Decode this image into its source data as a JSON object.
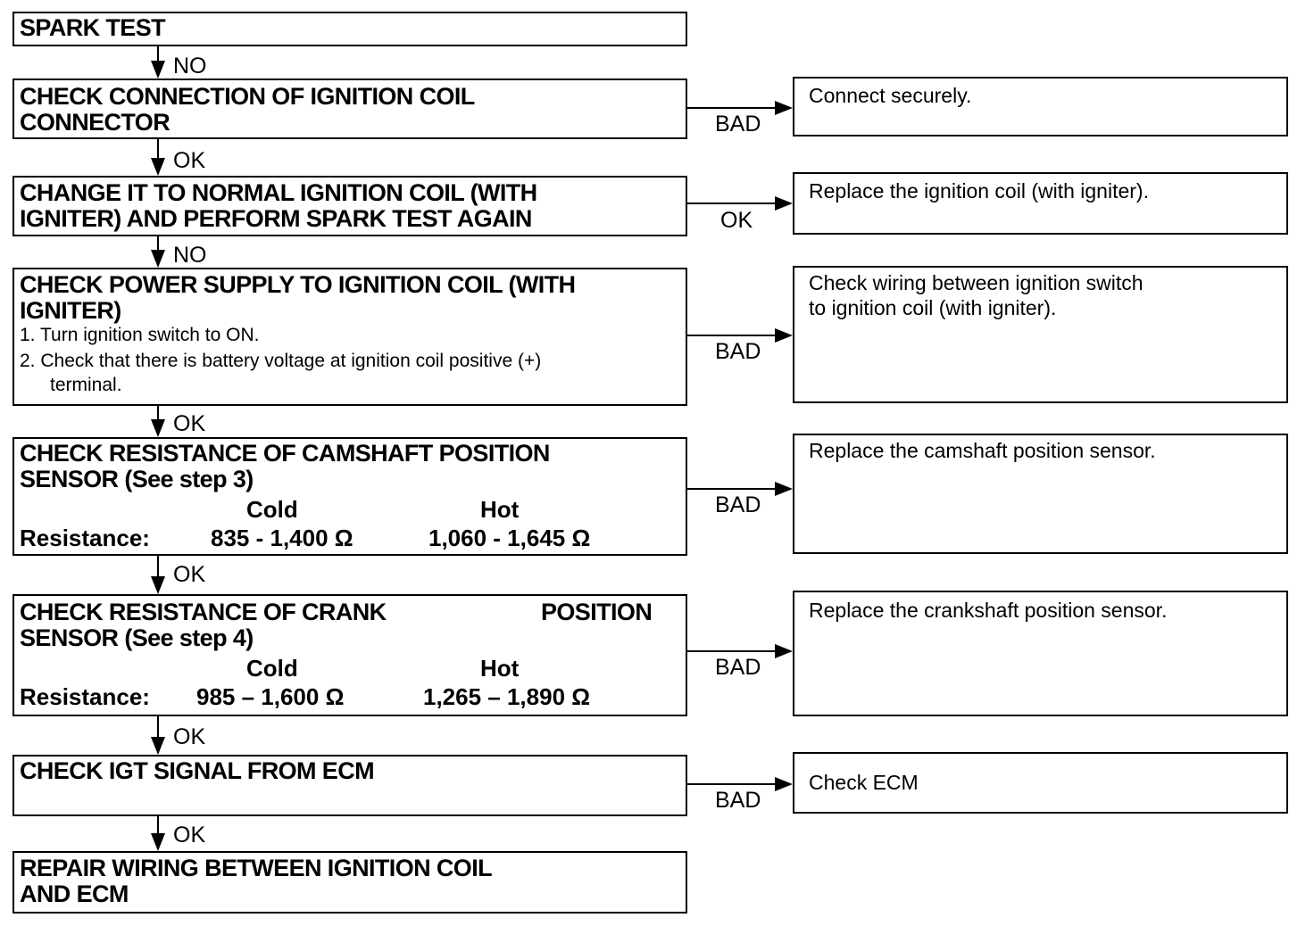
{
  "steps": {
    "spark_test": "SPARK TEST",
    "check_connection": "CHECK CONNECTION OF IGNITION COIL CONNECTOR",
    "check_connection_l1": "CHECK CONNECTION OF IGNITION COIL",
    "check_connection_l2": "CONNECTOR",
    "change_coil_l1": "CHANGE IT TO NORMAL IGNITION COIL (WITH",
    "change_coil_l2": "IGNITER) AND PERFORM SPARK TEST AGAIN",
    "power_supply_l1": "CHECK POWER SUPPLY TO IGNITION COIL (WITH",
    "power_supply_l2": "IGNITER)",
    "power_supply_s1": "1. Turn ignition switch to ON.",
    "power_supply_s2": "2. Check that there is battery voltage at ignition coil positive (+)",
    "power_supply_s2b": "terminal.",
    "camshaft_l1": "CHECK RESISTANCE OF CAMSHAFT POSITION",
    "camshaft_l2": "SENSOR (See step 3)",
    "camshaft_cold": "Cold",
    "camshaft_hot": "Hot",
    "camshaft_res_label": "Resistance:",
    "camshaft_cold_val": "835 - 1,400  Ω",
    "camshaft_hot_val": "1,060 - 1,645  Ω",
    "crank_l1a": "CHECK RESISTANCE OF CRANK",
    "crank_l1b": "POSITION",
    "crank_l2": "SENSOR (See step 4)",
    "crank_cold": "Cold",
    "crank_hot": "Hot",
    "crank_res_label": "Resistance:",
    "crank_cold_val": "985 – 1,600 Ω",
    "crank_hot_val": "1,265 – 1,890 Ω",
    "igt_signal": "CHECK IGT SIGNAL FROM ECM",
    "repair_l1": "REPAIR WIRING BETWEEN IGNITION COIL",
    "repair_l2": "AND ECM"
  },
  "results": {
    "connect_securely": "Connect securely.",
    "replace_coil": "Replace the ignition coil (with igniter).",
    "check_wiring_l1": "Check wiring between ignition switch",
    "check_wiring_l2": "to ignition coil (with igniter).",
    "replace_camshaft": "Replace the camshaft position sensor.",
    "replace_crankshaft": "Replace the crankshaft position sensor.",
    "check_ecm": "Check ECM"
  },
  "labels": {
    "no_1": "NO",
    "ok_1": "OK",
    "no_2": "NO",
    "ok_2": "OK",
    "ok_3": "OK",
    "ok_4": "OK",
    "ok_5": "OK",
    "bad_1": "BAD",
    "ok_side": "OK",
    "bad_2": "BAD",
    "bad_3": "BAD",
    "bad_4": "BAD",
    "bad_5": "BAD"
  }
}
